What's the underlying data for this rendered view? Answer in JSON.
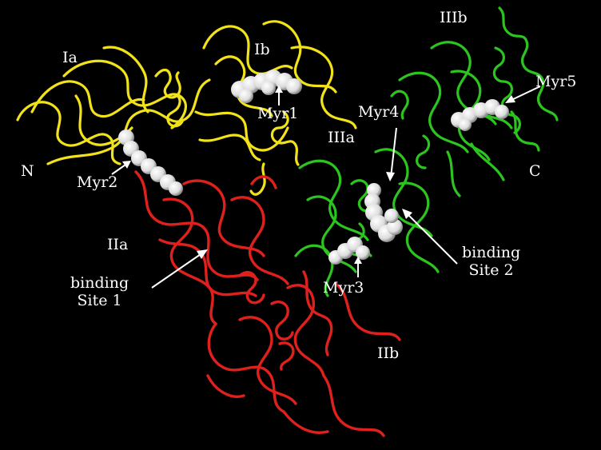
{
  "labels": {
    "Ia": "Ia",
    "Ib": "Ib",
    "IIa": "IIa",
    "IIb": "IIb",
    "IIIa": "IIIa",
    "IIIb": "IIIb",
    "N": "N",
    "C": "C",
    "Myr1": "Myr1",
    "Myr2": "Myr2",
    "Myr3": "Myr3",
    "Myr4": "Myr4",
    "Myr5": "Myr5",
    "site1_line1": "binding",
    "site1_line2": "Site 1",
    "site2_line1": "binding",
    "site2_line2": "Site 2"
  },
  "colors": {
    "background": "#000000",
    "domain_I": "#f2e21a",
    "domain_II": "#e0201c",
    "domain_III": "#2cc41e",
    "ligand": "#f4f4f4",
    "text": "#ffffff"
  }
}
